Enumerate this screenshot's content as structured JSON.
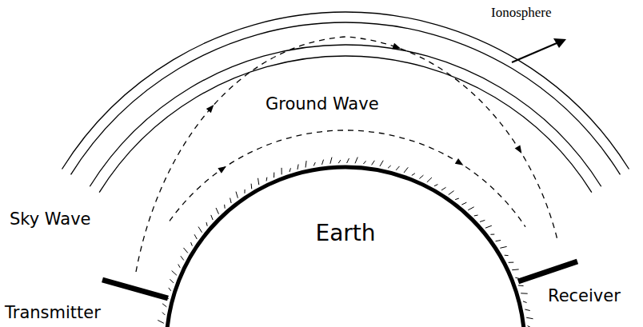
{
  "diagram": {
    "nodes": [
      {
        "text": [
          "Earth"
        ]
      }
    ],
    "labels": [
      "Ionosphere",
      "Ground Wave",
      "Sky Wave",
      "Transmitter",
      "Receiver"
    ]
  }
}
